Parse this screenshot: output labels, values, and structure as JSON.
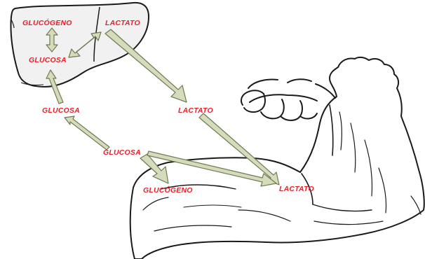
{
  "labels": {
    "liver_glycogen": "GLUCÓGENO",
    "liver_lactate": "LACTATO",
    "liver_glucose": "GLUCOSA",
    "blood_glucose": "GLUCOSA",
    "blood_lactate": "LACTATO",
    "muscle_glucose": "GLUCOSA",
    "muscle_glycogen": "GLUCÓGENO",
    "muscle_lactate": "LACTATO"
  },
  "colors": {
    "label": "#e8202a",
    "arrow_fill": "#d4dcbc",
    "arrow_stroke": "#6f7a52",
    "organ_fill": "#f2f2f2",
    "outline": "#1a1a1a"
  }
}
